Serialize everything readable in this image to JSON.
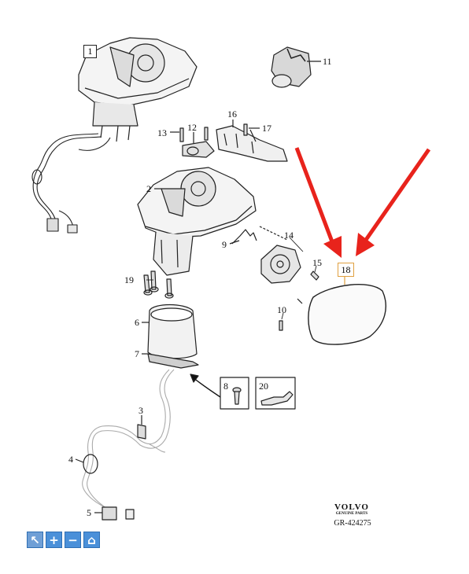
{
  "callouts": {
    "p1": "1",
    "p2": "2",
    "p3": "3",
    "p4": "4",
    "p5": "5",
    "p6": "6",
    "p7": "7",
    "p8": "8",
    "p9": "9",
    "p10": "10",
    "p11": "11",
    "p12": "12",
    "p13": "13",
    "p14": "14",
    "p15": "15",
    "p16": "16",
    "p17": "17",
    "p18": "18",
    "p19": "19",
    "p20": "20"
  },
  "brand": {
    "logo": "VOLVO",
    "tagline": "GENUINE PARTS",
    "ref": "GR-424275"
  },
  "toolbar": [
    {
      "icon": "pointer-icon",
      "glyph": "↖"
    },
    {
      "icon": "zoom-in-icon",
      "glyph": "+"
    },
    {
      "icon": "zoom-out-icon",
      "glyph": "−"
    },
    {
      "icon": "home-icon",
      "glyph": "⌂"
    }
  ],
  "colors": {
    "arrow": "#e8231c",
    "highlight": "#e0a040",
    "button": "#4a90d9"
  }
}
